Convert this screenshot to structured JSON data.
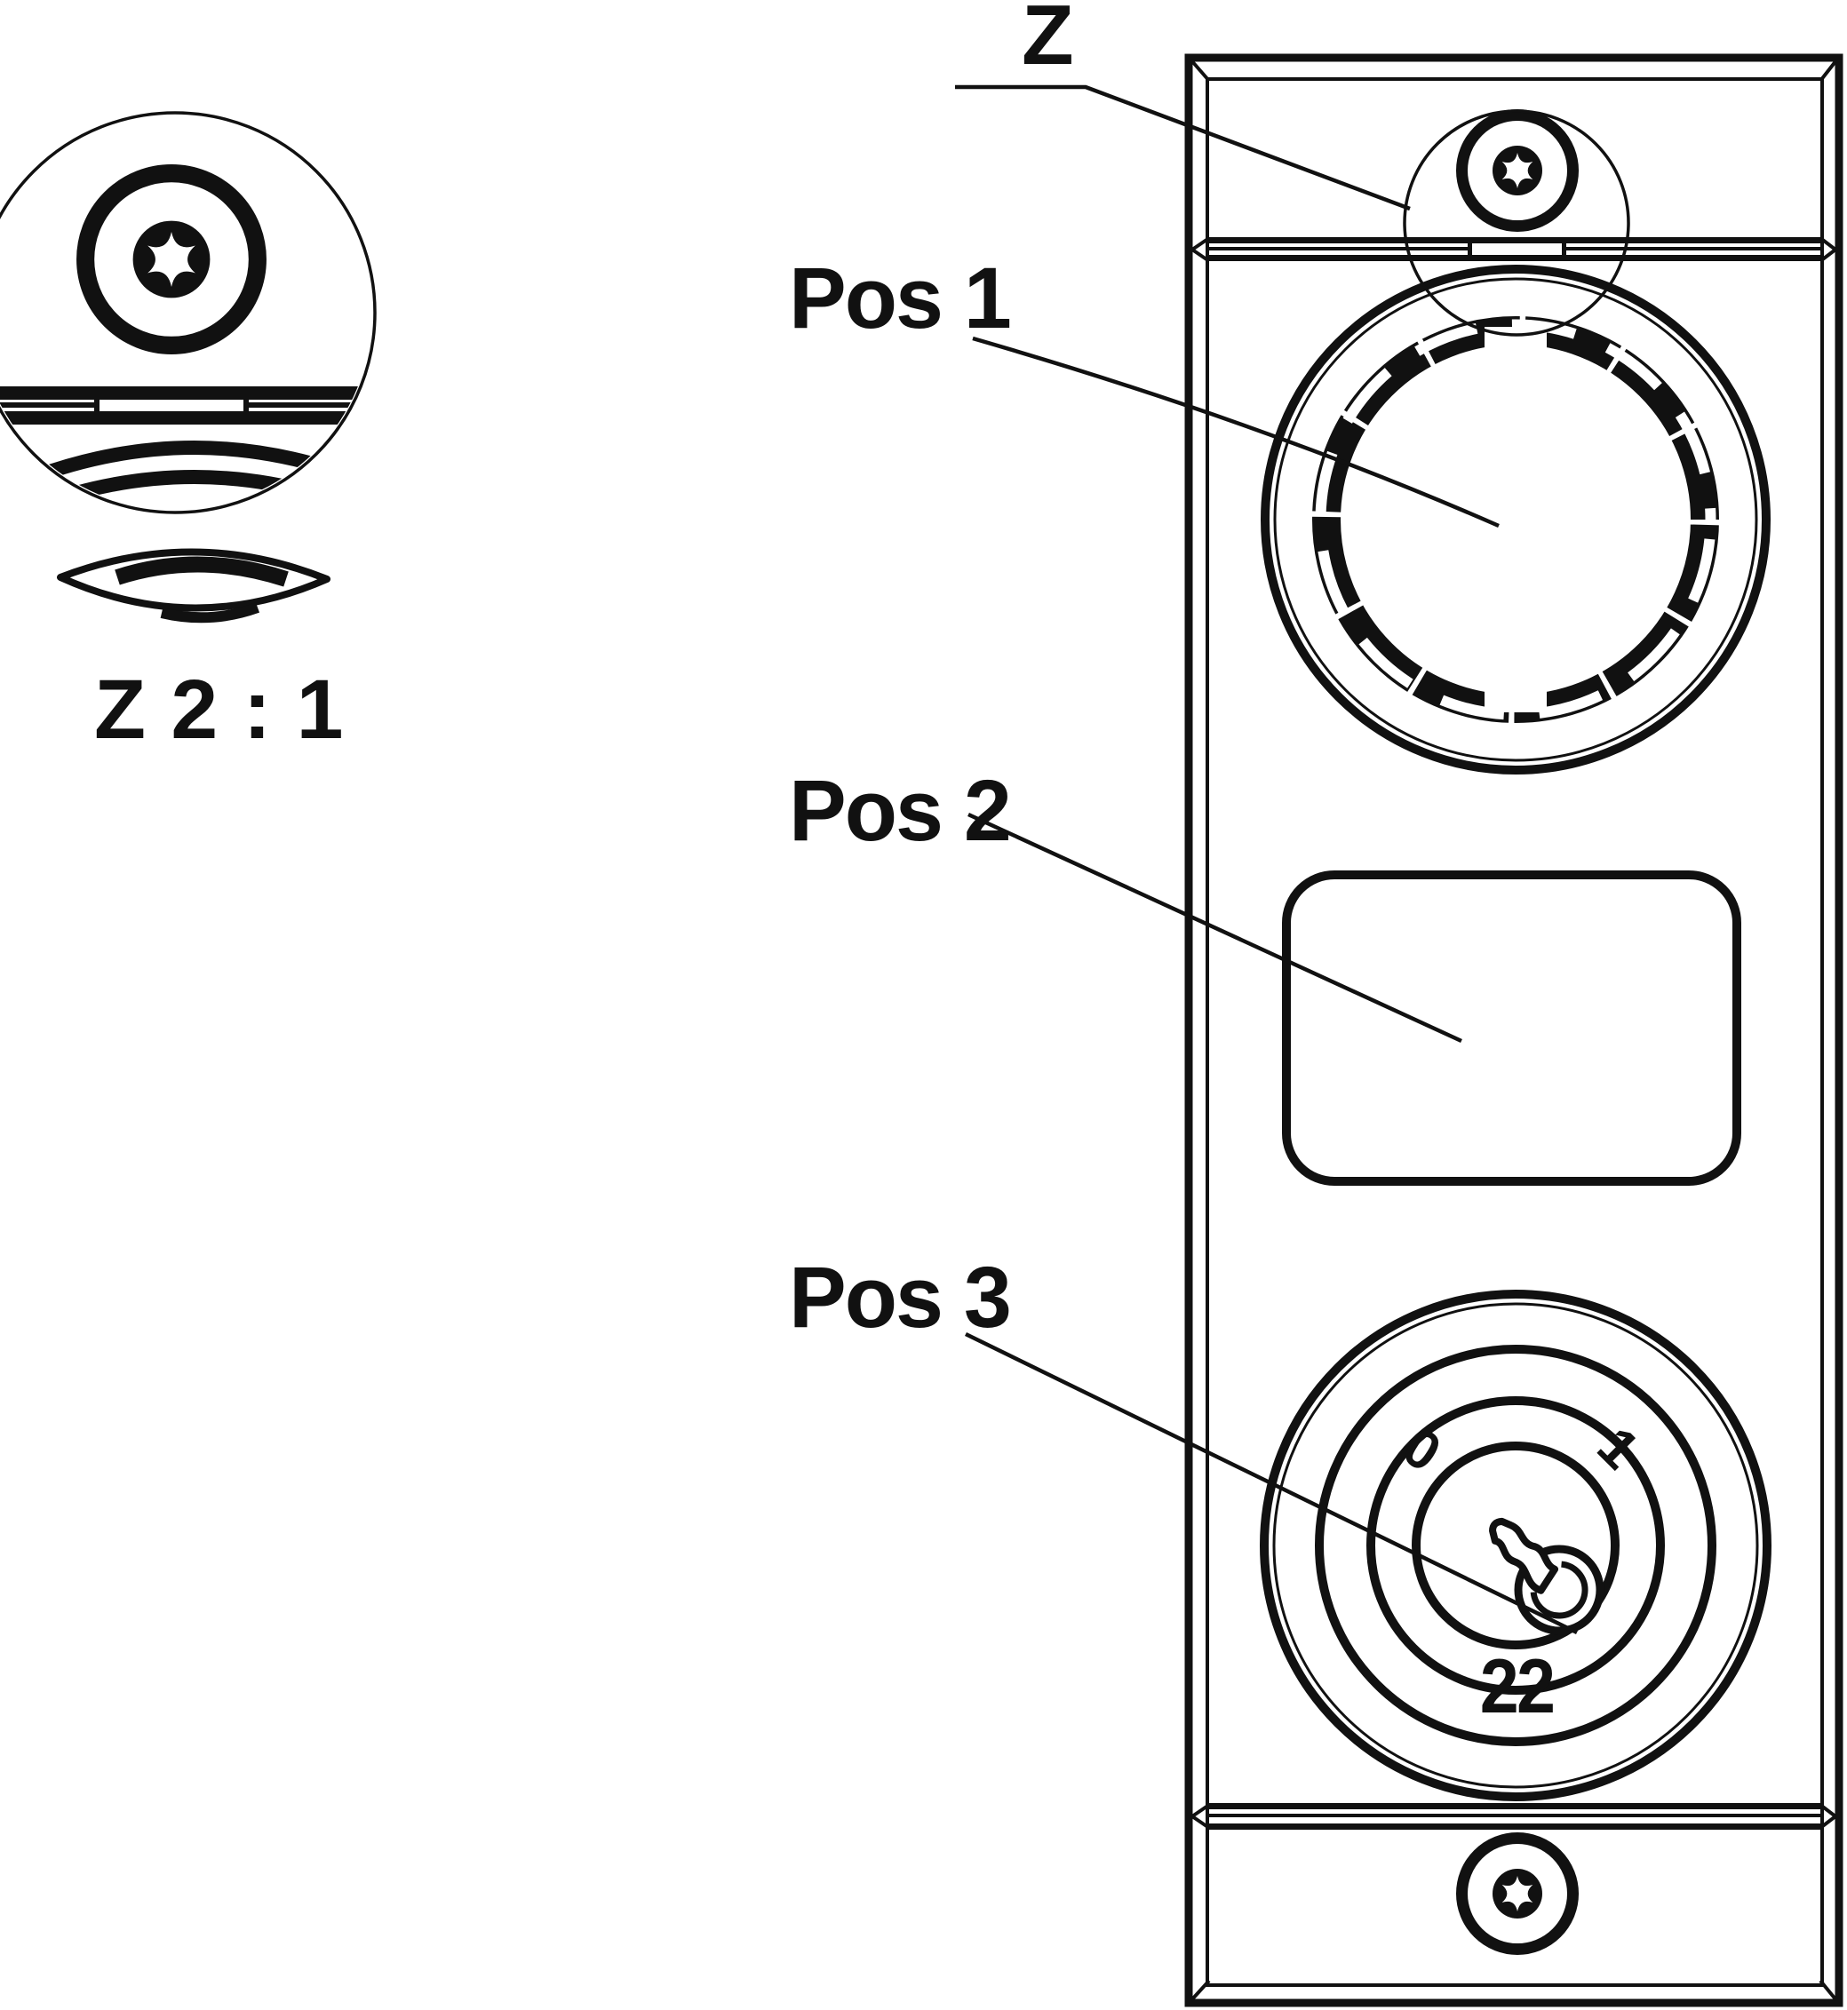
{
  "drawing": {
    "callout": {
      "label": "Z"
    },
    "detail_view": {
      "scale_label": "Z 2 : 1"
    },
    "positions": {
      "pos1": "Pos 1",
      "pos2": "Pos 2",
      "pos3": "Pos 3"
    },
    "key_switch": {
      "mark_off": "0",
      "mark_on": "1",
      "lock_number": "22"
    },
    "colors": {
      "ink": "#111111",
      "background": "#ffffff"
    }
  }
}
